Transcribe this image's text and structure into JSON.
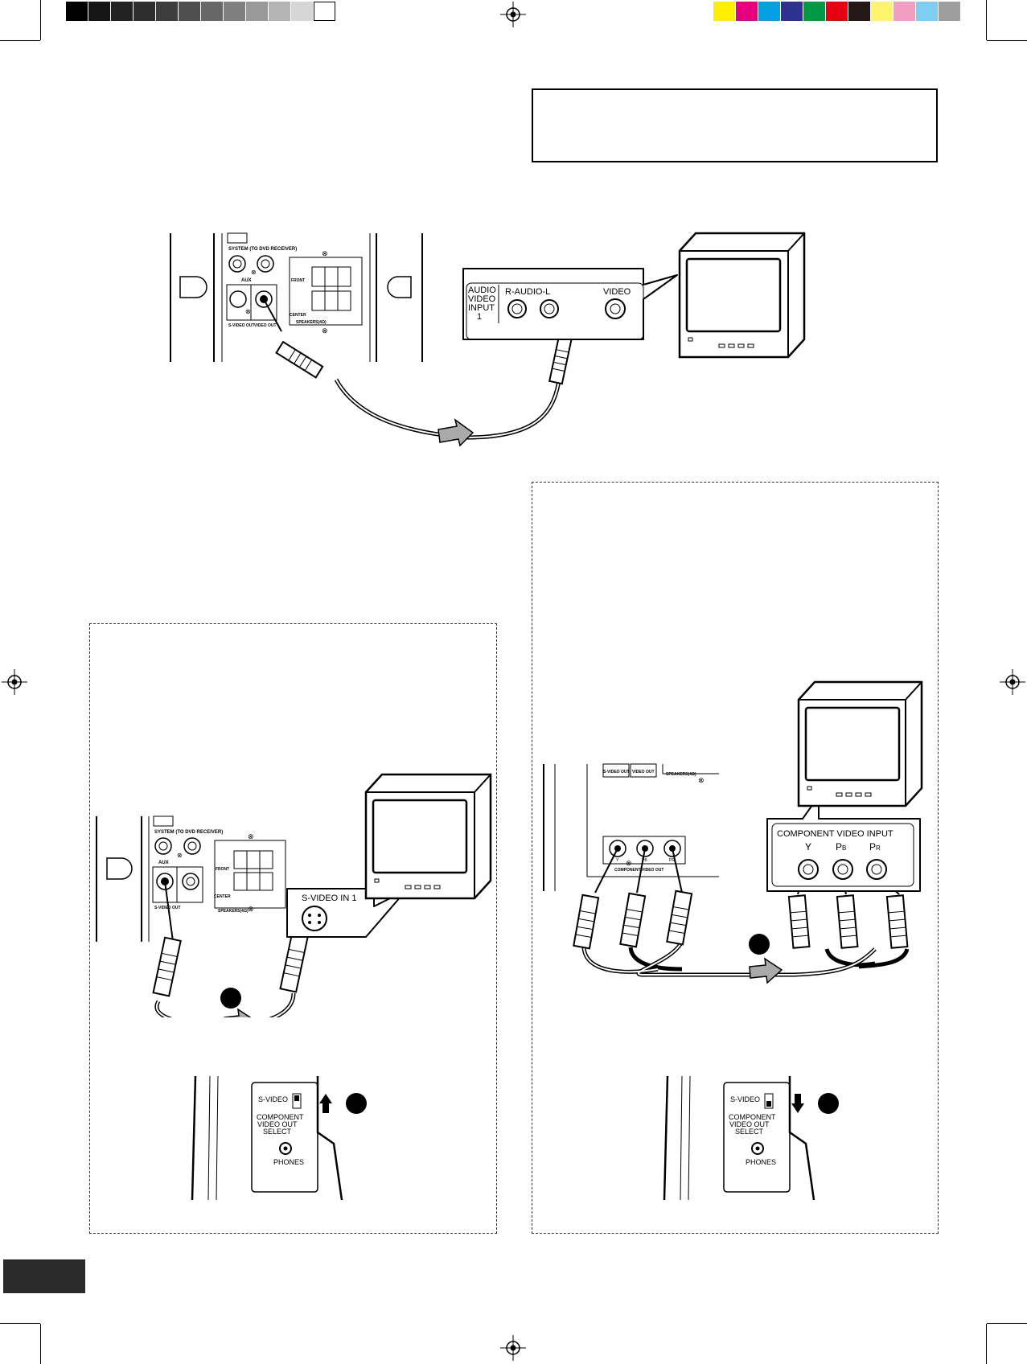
{
  "colors": {
    "grayscale_bar": [
      "#000000",
      "#151515",
      "#222222",
      "#2e2e2e",
      "#3d3d3d",
      "#4f4f4f",
      "#676767",
      "#7f7f7f",
      "#999999",
      "#b4b4b4",
      "#d6d6d6",
      "#ffffff"
    ],
    "color_bar": [
      "#ffee00",
      "#e6007e",
      "#00a0e3",
      "#2e3192",
      "#009944",
      "#e60012",
      "#231815",
      "#fff46b",
      "#f19ec2",
      "#7ecef4",
      "#9e9e9e"
    ]
  },
  "top_diagram": {
    "device_labels": {
      "system": "SYSTEM (TO DVD RECEIVER)",
      "aux": "AUX",
      "front": "FRONT",
      "center": "CENTER",
      "speakers": "SPEAKERS(4Ω)",
      "svideo_out": "S-VIDEO OUT",
      "video_out": "VIDEO OUT"
    },
    "tv_inset": {
      "input_name": "AUDIO VIDEO INPUT 1",
      "audio": "R-AUDIO-L",
      "video": "VIDEO"
    }
  },
  "svideo_panel": {
    "device_labels": {
      "system": "SYSTEM (TO DVD RECEIVER)",
      "aux": "AUX",
      "front": "FRONT",
      "center": "CENTER",
      "speakers": "SPEAKERS(4Ω)",
      "svideo_out": "S-VIDEO OUT"
    },
    "tv_inset_label": "S-VIDEO IN 1",
    "step1": "❶",
    "step2": "❷",
    "switch": {
      "svideo": "S-VIDEO",
      "component": "COMPONENT",
      "video_out": "VIDEO OUT",
      "select": "SELECT",
      "phones": "PHONES"
    }
  },
  "component_panel": {
    "device_labels": {
      "svideo_out": "S-VIDEO OUT",
      "video_out": "VIDEO OUT",
      "speakers": "SPEAKERS(4Ω)",
      "component_out": "COMPONENT VIDEO OUT",
      "y": "Y",
      "pb": "PB",
      "pr": "PR"
    },
    "tv_inset": {
      "title": "COMPONENT VIDEO INPUT",
      "y": "Y",
      "pb": "P",
      "pb_sub": "B",
      "pr": "P",
      "pr_sub": "R"
    },
    "step1": "❶",
    "step2": "❷",
    "switch": {
      "svideo": "S-VIDEO",
      "component": "COMPONENT",
      "video_out": "VIDEO OUT",
      "select": "SELECT",
      "phones": "PHONES"
    }
  }
}
